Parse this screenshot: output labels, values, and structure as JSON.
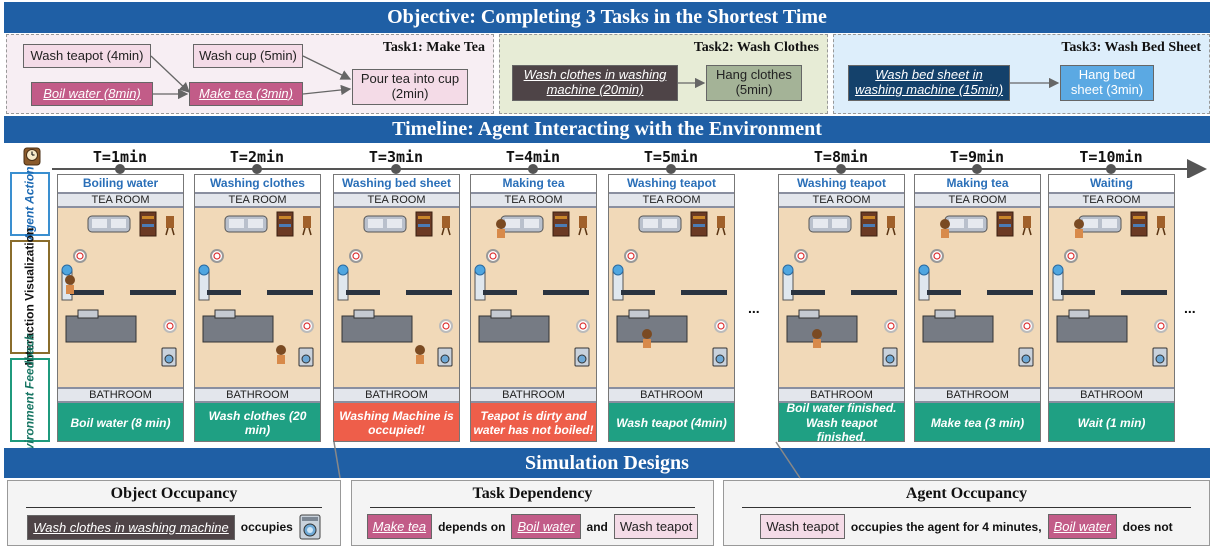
{
  "objective_banner": "Objective: Completing 3 Tasks in the Shortest Time",
  "timeline_banner": "Timeline: Agent Interacting with the Environment",
  "simulation_banner": "Simulation Designs",
  "tasks": {
    "task1": {
      "title": "Task1: Make Tea",
      "wash_teapot": "Wash teapot (4min)",
      "wash_cup": "Wash cup (5min)",
      "boil_water": "Boil water (8min)",
      "make_tea": "Make tea (3min)",
      "pour_tea": "Pour tea into cup (2min)"
    },
    "task2": {
      "title": "Task2: Wash Clothes",
      "wash_clothes": "Wash clothes in washing machine (20min)",
      "hang_clothes": "Hang clothes (5min)"
    },
    "task3": {
      "title": "Task3: Wash Bed Sheet",
      "wash_sheet": "Wash bed sheet in washing machine (15min)",
      "hang_sheet": "Hang bed sheet (3min)"
    }
  },
  "row_labels": {
    "agent_action": "Agent Action",
    "interaction_visualization": "Interaction Visualization",
    "environment_feedback": "Environment Feedback"
  },
  "room_labels": {
    "top": "TEA ROOM",
    "bottom": "BATHROOM"
  },
  "ellipsis": "...",
  "frames": [
    {
      "time": "T=1min",
      "action": "Boiling water",
      "feedback": "Boil water (8 min)",
      "status": "ok",
      "agent": "left"
    },
    {
      "time": "T=2min",
      "action": "Washing clothes",
      "feedback": "Wash clothes (20 min)",
      "status": "ok",
      "agent": "bath"
    },
    {
      "time": "T=3min",
      "action": "Washing bed sheet",
      "feedback": "Washing Machine is occupied!",
      "status": "error",
      "agent": "bath"
    },
    {
      "time": "T=4min",
      "action": "Making tea",
      "feedback": "Teapot is dirty and water has not boiled!",
      "status": "error",
      "agent": "tea"
    },
    {
      "time": "T=5min",
      "action": "Washing teapot",
      "feedback": "Wash teapot (4min)",
      "status": "ok",
      "agent": "sink"
    },
    {
      "time": "T=8min",
      "action": "Washing teapot",
      "feedback": "Boil water finished. Wash teapot finished.",
      "status": "ok",
      "agent": "sink"
    },
    {
      "time": "T=9min",
      "action": "Making tea",
      "feedback": "Make tea (3 min)",
      "status": "ok",
      "agent": "tea"
    },
    {
      "time": "T=10min",
      "action": "Waiting",
      "feedback": "Wait (1 min)",
      "status": "ok",
      "agent": "tea"
    }
  ],
  "simulation": {
    "object_occupancy": {
      "title": "Object Occupancy",
      "chip": "Wash clothes in washing machine",
      "text": "occupies"
    },
    "task_dependency": {
      "title": "Task Dependency",
      "chip1": "Make tea",
      "text1": "depends on",
      "chip2": "Boil water",
      "text2": "and",
      "chip3": "Wash teapot"
    },
    "agent_occupancy": {
      "title": "Agent Occupancy",
      "chip1": "Wash teapot",
      "text1": "occupies the agent for 4 minutes,",
      "chip2": "Boil water",
      "text2": "does not"
    }
  },
  "colors": {
    "banner": "#1f5fa5",
    "feedback_ok": "#1fa083",
    "feedback_error": "#ee5e4a",
    "floor": "#f1d9b8"
  }
}
